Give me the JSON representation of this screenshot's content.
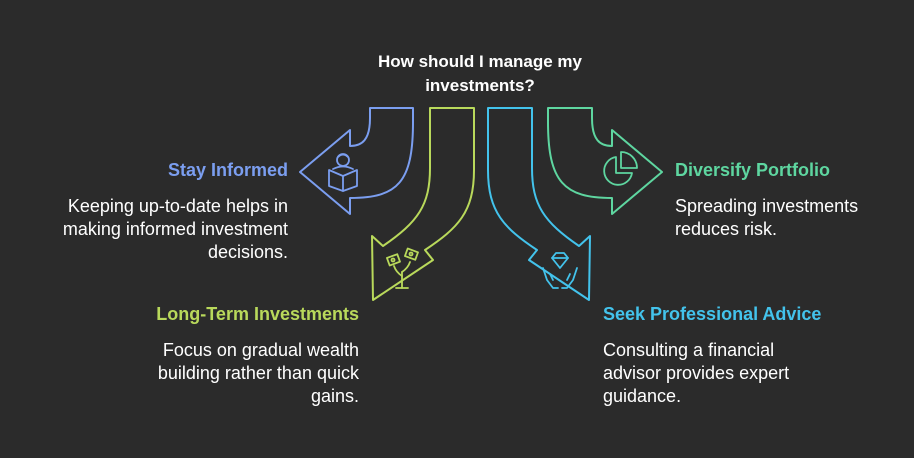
{
  "title": "How should I manage my investments?",
  "colors": {
    "background": "#2b2b2b",
    "stay_informed": "#7b9ef0",
    "long_term": "#b9d95b",
    "professional": "#43c3ec",
    "diversify": "#5ed6a0"
  },
  "items": {
    "stay_informed": {
      "label": "Stay Informed",
      "description": "Keeping up-to-date helps in making informed investment decisions.",
      "icon": "reading-person-icon"
    },
    "long_term": {
      "label": "Long-Term Investments",
      "description": "Focus on gradual wealth building rather than quick gains.",
      "icon": "money-plant-icon"
    },
    "professional": {
      "label": "Seek Professional Advice",
      "description": "Consulting a financial advisor provides expert guidance.",
      "icon": "hands-diamond-icon"
    },
    "diversify": {
      "label": "Diversify Portfolio",
      "description": "Spreading investments reduces risk.",
      "icon": "pie-chart-icon"
    }
  }
}
